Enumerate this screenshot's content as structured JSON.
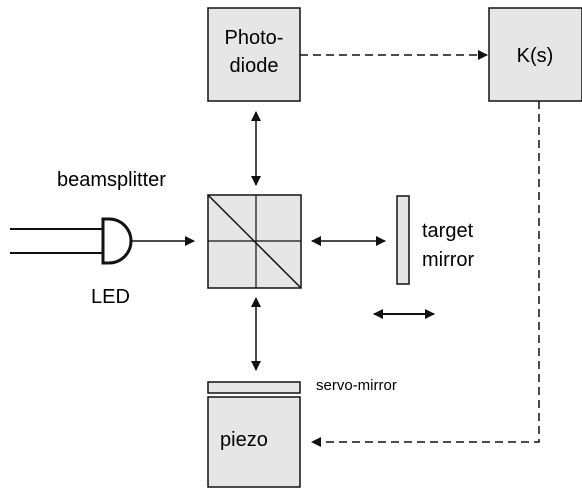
{
  "labels": {
    "photodiode_line1": "Photo-",
    "photodiode_line2": "diode",
    "controller": "K(s)",
    "beamsplitter": "beamsplitter",
    "led": "LED",
    "target_line1": "target",
    "target_line2": "mirror",
    "servo_mirror": "servo-mirror",
    "piezo": "piezo"
  },
  "colors": {
    "block_fill": "#e6e6e6",
    "stroke": "#111111"
  }
}
